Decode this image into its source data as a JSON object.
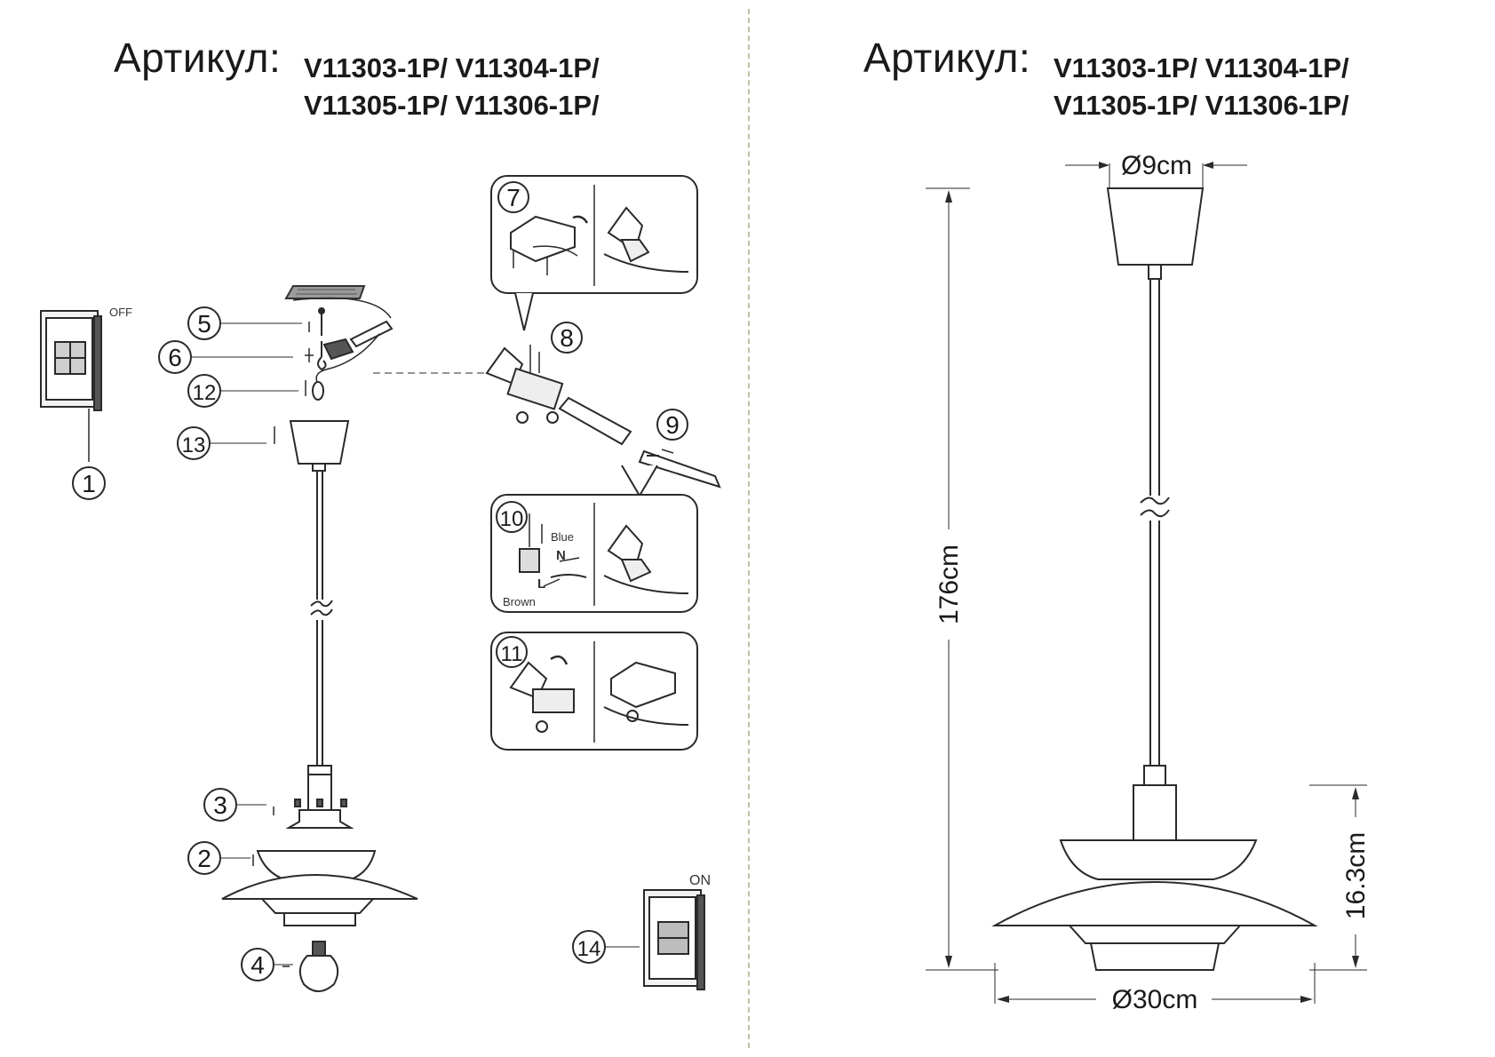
{
  "header": {
    "article_label": "Артикул:",
    "codes_line1": "V11303-1P/ V11304-1P/",
    "codes_line2": "V11305-1P/ V11306-1P/"
  },
  "assembly": {
    "callouts": [
      "1",
      "2",
      "3",
      "4",
      "5",
      "6",
      "7",
      "8",
      "9",
      "10",
      "11",
      "12",
      "13",
      "14"
    ],
    "switch_off_label": "OFF",
    "switch_on_label": "ON",
    "wire_blue_label": "Blue",
    "wire_brown_label": "Brown",
    "neutral_label": "N",
    "live_label": "L"
  },
  "dimensions": {
    "canopy_diameter": "Ø9cm",
    "total_height": "176cm",
    "shade_height": "16.3cm",
    "shade_diameter": "Ø30cm"
  },
  "colors": {
    "line": "#2a2a2a",
    "divider": "#b9c4a3"
  }
}
